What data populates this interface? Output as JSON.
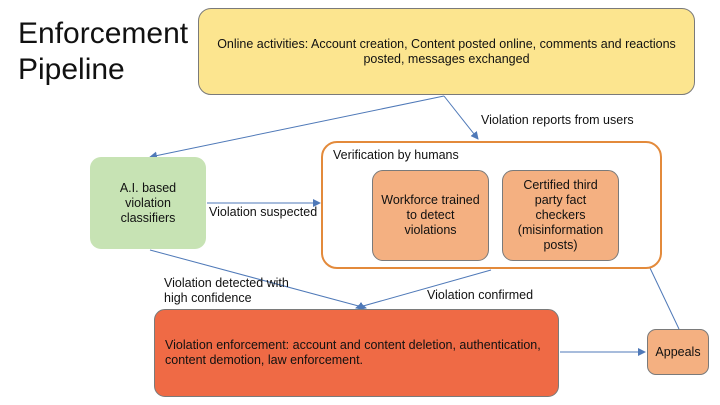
{
  "title": "Enforcement Pipeline",
  "nodes": {
    "online_activities": "Online activities: Account creation, Content posted online, comments and reactions posted, messages exchanged",
    "ai_classifiers": "A.I. based violation classifiers",
    "verification_group": "Verification by humans",
    "workforce": "Workforce trained to detect violations",
    "fact_checkers": "Certified third party fact checkers (misinformation posts)",
    "enforcement": "Violation enforcement: account and content deletion, authentication, content demotion, law enforcement.",
    "appeals": "Appeals"
  },
  "edge_labels": {
    "reports_from_users": "Violation reports from users",
    "suspected": "Violation suspected",
    "high_confidence": "Violation detected with high confidence",
    "confirmed": "Violation confirmed"
  },
  "colors": {
    "online_fill": "#fce58f",
    "ai_fill": "#c7e3b4",
    "verification_border": "#e38a3b",
    "human_fill": "#f4b081",
    "enforcement_fill": "#ef6a45",
    "arrow": "#4f79b8"
  }
}
